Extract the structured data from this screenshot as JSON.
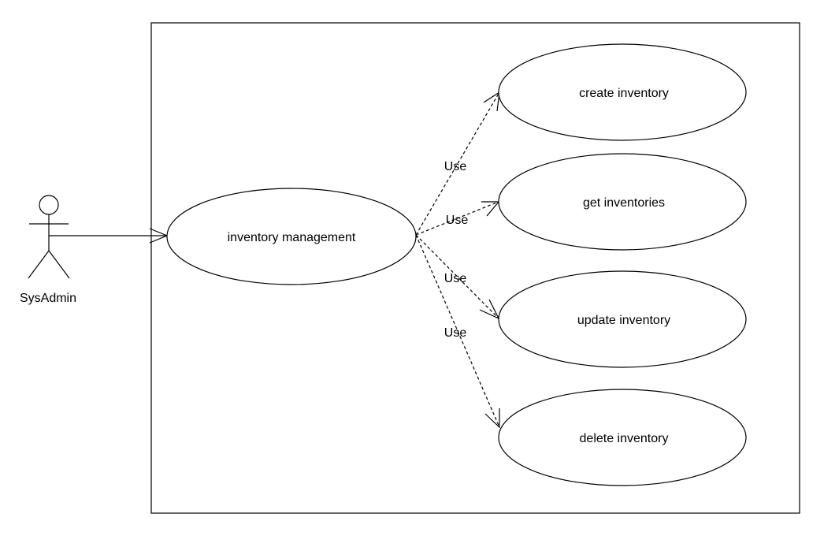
{
  "diagram": {
    "actor": {
      "name": "SysAdmin"
    },
    "main_use_case": {
      "label": "inventory management"
    },
    "sub_use_cases": [
      {
        "label": "create inventory",
        "relation": "Use"
      },
      {
        "label": "get inventories",
        "relation": "Use"
      },
      {
        "label": "update inventory",
        "relation": "Use"
      },
      {
        "label": "delete inventory",
        "relation": "Use"
      }
    ]
  }
}
